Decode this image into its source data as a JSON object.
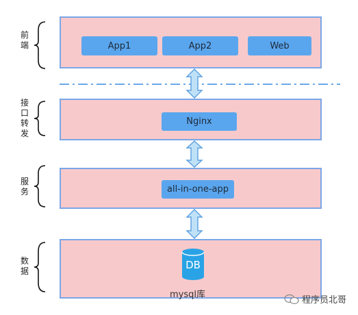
{
  "layers": [
    {
      "label": "前端",
      "items": [
        "App1",
        "App2",
        "Web"
      ]
    },
    {
      "label": "接口转发",
      "items": [
        "Nginx"
      ]
    },
    {
      "label": "服务",
      "items": [
        "all-in-one-app"
      ]
    },
    {
      "label": "数据",
      "db_icon_text": "DB",
      "db_label": "mysql库"
    }
  ],
  "colors": {
    "layer_fill": "#f8c9cb",
    "layer_border": "#7aa6e6",
    "chip": "#5aa6ee",
    "arrow": "#bfe1f7"
  },
  "watermark": {
    "text": "程序员北哥",
    "icon": "wechat-icon"
  }
}
